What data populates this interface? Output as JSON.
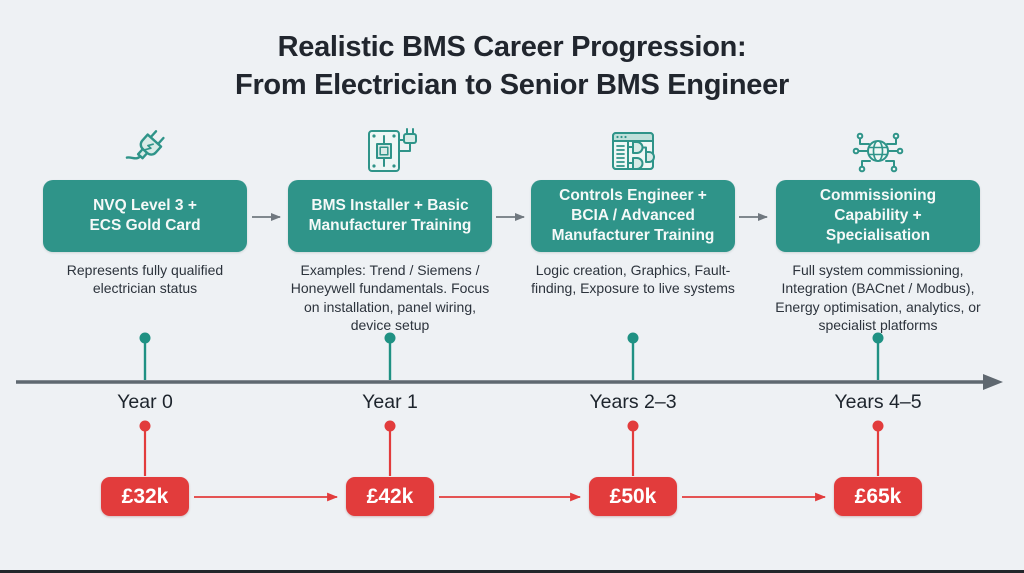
{
  "title": {
    "line1": "Realistic BMS Career Progression:",
    "line2": "From Electrician to Senior BMS Engineer"
  },
  "stages": [
    {
      "icon": "plug-icon",
      "box_label": "NVQ Level 3 +\nECS Gold Card",
      "description": "Represents fully qualified electrician status",
      "year_label": "Year 0",
      "salary": "£32k"
    },
    {
      "icon": "circuit-board-icon",
      "box_label": "BMS Installer + Basic\nManufacturer Training",
      "description": "Examples: Trend / Siemens / Honeywell fundamentals. Focus on installation, panel wiring, device setup",
      "year_label": "Year 1",
      "salary": "£42k"
    },
    {
      "icon": "logic-window-icon",
      "box_label": "Controls Engineer +\nBCIA / Advanced\nManufacturer Training",
      "description": "Logic creation, Graphics, Fault-finding, Exposure to live systems",
      "year_label": "Years 2–3",
      "salary": "£50k"
    },
    {
      "icon": "network-globe-icon",
      "box_label": "Commissioning\nCapability +\nSpecialisation",
      "description": "Full system commissioning, Integration (BACnet / Modbus), Energy optimisation, analytics, or specialist platforms",
      "year_label": "Years 4–5",
      "salary": "£65k"
    }
  ],
  "colors": {
    "background": "#eef1f4",
    "stage_box_teal": "#2f9489",
    "stage_box_text": "#ffffff",
    "timeline_gray": "#5f6870",
    "milestone_teal": "#1f9183",
    "salary_red": "#e23c3c",
    "title_text": "#21262e",
    "description_text": "#2c333c"
  }
}
